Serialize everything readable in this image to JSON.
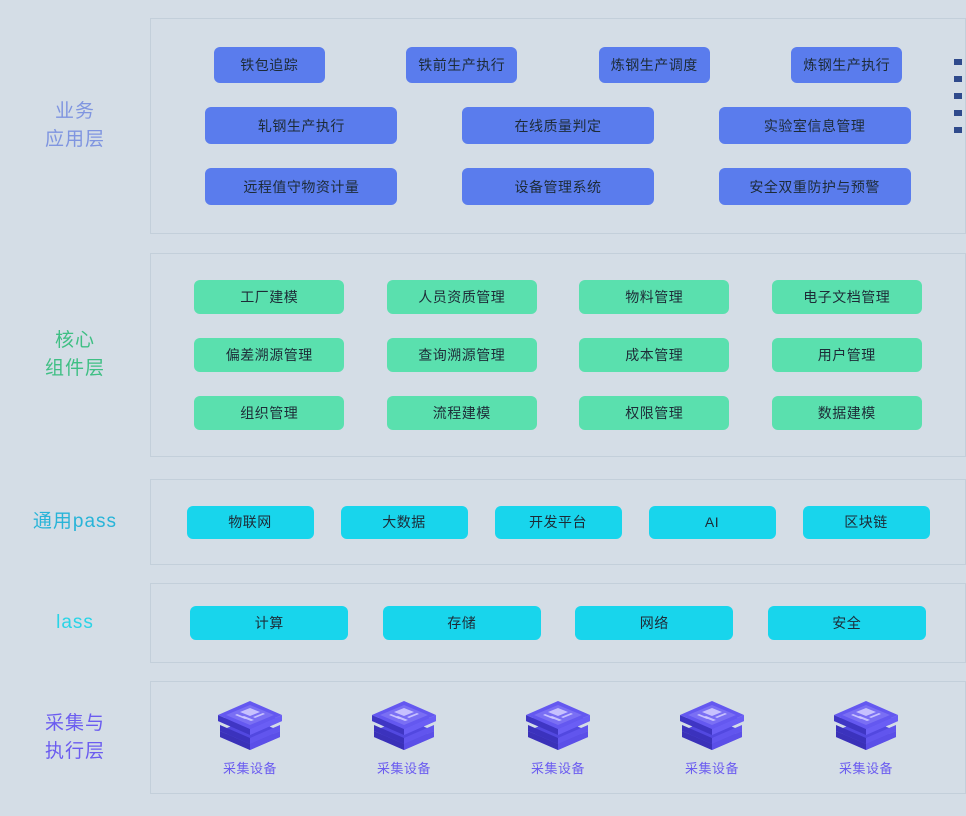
{
  "colors": {
    "background": "#d4dde6",
    "panel_border": "#c3cfda",
    "business_chip": "#5a7ced",
    "business_label": "#7f95e0",
    "core_chip": "#5ae0ae",
    "core_label": "#3fbf84",
    "paas_chip": "#18d5ec",
    "paas_label": "#28b4d8",
    "iaas_chip": "#18d5ec",
    "iaas_label": "#2ad4e6",
    "device_label": "#6b5cf0",
    "device_icon": "#5b4fe8",
    "edge_mark": "#2f4a8c"
  },
  "layers": [
    {
      "id": "business",
      "label": "业务\n应用层",
      "rows": [
        [
          "铁包追踪",
          "铁前生产执行",
          "炼钢生产调度",
          "炼钢生产执行"
        ],
        [
          "轧钢生产执行",
          "在线质量判定",
          "实验室信息管理"
        ],
        [
          "远程值守物资计量",
          "设备管理系统",
          "安全双重防护与预警"
        ]
      ]
    },
    {
      "id": "core",
      "label": "核心\n组件层",
      "rows": [
        [
          "工厂建模",
          "人员资质管理",
          "物料管理",
          "电子文档管理"
        ],
        [
          "偏差溯源管理",
          "查询溯源管理",
          "成本管理",
          "用户管理"
        ],
        [
          "组织管理",
          "流程建模",
          "权限管理",
          "数据建模"
        ]
      ]
    },
    {
      "id": "paas",
      "label": "通用pass",
      "rows": [
        [
          "物联网",
          "大数据",
          "开发平台",
          "AI",
          "区块链"
        ]
      ]
    },
    {
      "id": "iaas",
      "label": "lass",
      "rows": [
        [
          "计算",
          "存储",
          "网络",
          "安全"
        ]
      ]
    },
    {
      "id": "collect",
      "label": "采集与\n执行层",
      "devices": [
        {
          "label": "采集设备",
          "glyph": "采"
        },
        {
          "label": "采集设备",
          "glyph": "采"
        },
        {
          "label": "采集设备",
          "glyph": "采"
        },
        {
          "label": "采集设备",
          "glyph": "采"
        },
        {
          "label": "采集设备",
          "glyph": "采"
        }
      ]
    }
  ],
  "edge_marks": {
    "name": "clipped-bullet-marks",
    "count": 5
  }
}
